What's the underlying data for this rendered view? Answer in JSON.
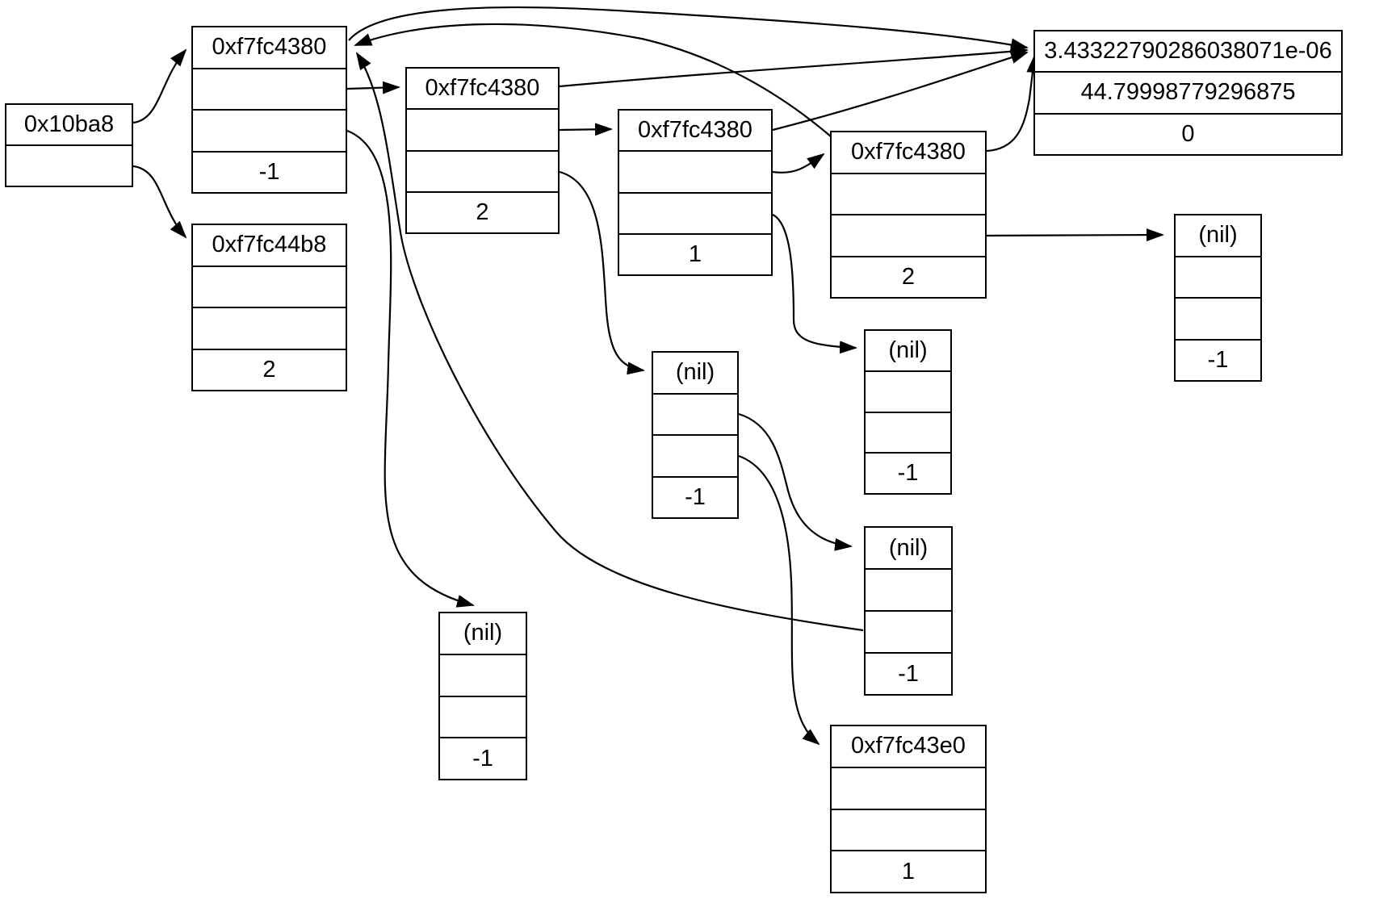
{
  "diagram": {
    "type": "memory-pointer-graph",
    "colors": {
      "background": "#ffffff",
      "stroke": "#000000",
      "text": "#000000"
    },
    "nodes": [
      {
        "id": "root",
        "rows": [
          "0x10ba8",
          ""
        ]
      },
      {
        "id": "node-b",
        "rows": [
          "0xf7fc4380",
          "",
          "",
          "-1"
        ]
      },
      {
        "id": "node-m",
        "rows": [
          "0xf7fc44b8",
          "",
          "",
          "2"
        ]
      },
      {
        "id": "node-c",
        "rows": [
          "0xf7fc4380",
          "",
          "",
          "2"
        ]
      },
      {
        "id": "node-d",
        "rows": [
          "0xf7fc4380",
          "",
          "",
          "1"
        ]
      },
      {
        "id": "node-e",
        "rows": [
          "0xf7fc4380",
          "",
          "",
          "2"
        ]
      },
      {
        "id": "node-f",
        "rows": [
          "3.43322790286038071e-06",
          "44.79998779296875",
          "0"
        ]
      },
      {
        "id": "node-g",
        "rows": [
          "(nil)",
          "",
          "",
          "-1"
        ]
      },
      {
        "id": "node-h",
        "rows": [
          "(nil)",
          "",
          "",
          "-1"
        ]
      },
      {
        "id": "node-i",
        "rows": [
          "(nil)",
          "",
          "",
          "-1"
        ]
      },
      {
        "id": "node-j",
        "rows": [
          "(nil)",
          "",
          "",
          "-1"
        ]
      },
      {
        "id": "node-k",
        "rows": [
          "(nil)",
          "",
          "",
          "-1"
        ]
      },
      {
        "id": "node-l",
        "rows": [
          "0xf7fc43e0",
          "",
          "",
          "1"
        ]
      }
    ],
    "edges": [
      {
        "from": "root.row1",
        "to": "node-b.header"
      },
      {
        "from": "root.row2",
        "to": "node-m.header"
      },
      {
        "from": "node-b.row2",
        "to": "node-c.header"
      },
      {
        "from": "node-b.row3",
        "to": "node-k.header"
      },
      {
        "from": "node-b.header",
        "to": "node-f.header"
      },
      {
        "from": "node-c.header",
        "to": "node-f.header"
      },
      {
        "from": "node-c.row2",
        "to": "node-d.header"
      },
      {
        "from": "node-c.row3",
        "to": "node-h.header"
      },
      {
        "from": "node-d.header",
        "to": "node-f.header"
      },
      {
        "from": "node-d.row2",
        "to": "node-e.header"
      },
      {
        "from": "node-d.row3",
        "to": "node-i.header"
      },
      {
        "from": "node-e.header",
        "to": "node-f.header"
      },
      {
        "from": "node-e.header",
        "to": "node-b.header"
      },
      {
        "from": "node-j.row3",
        "to": "node-b.header"
      },
      {
        "from": "node-e.row3",
        "to": "node-g.header"
      },
      {
        "from": "node-h.row2",
        "to": "node-j.header"
      },
      {
        "from": "node-h.row3",
        "to": "node-l.header"
      }
    ]
  }
}
